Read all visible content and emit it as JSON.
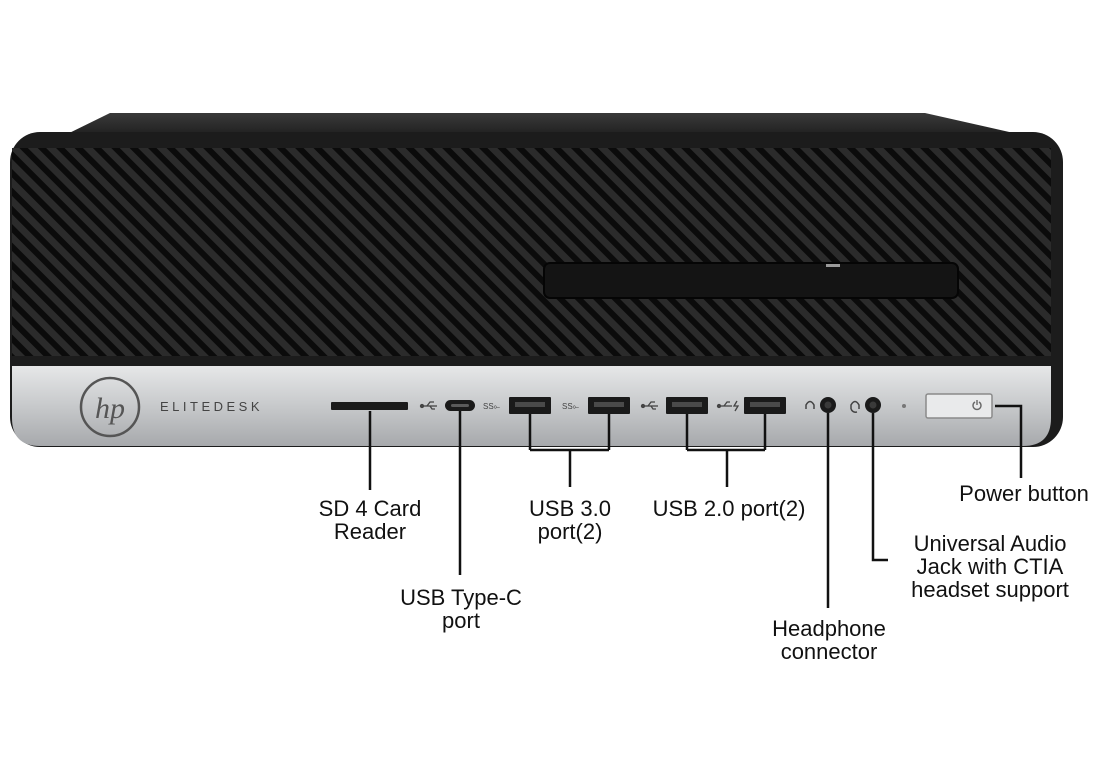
{
  "brand": {
    "logo": "hp",
    "model": "ELITEDESK"
  },
  "ports": [
    {
      "id": "sd",
      "icon": "sd-card-slot"
    },
    {
      "id": "usbc",
      "icon": "usb-type-c-port",
      "symbol": "usb-icon"
    },
    {
      "id": "usb3a",
      "icon": "usb-a-port",
      "symbol": "usb-ss-icon"
    },
    {
      "id": "usb3b",
      "icon": "usb-a-port",
      "symbol": "usb-ss-icon"
    },
    {
      "id": "usb2a",
      "icon": "usb-a-port",
      "symbol": "usb-icon"
    },
    {
      "id": "usb2b",
      "icon": "usb-a-port",
      "symbol": "usb-charging-icon"
    },
    {
      "id": "headphone",
      "icon": "headphone-jack",
      "symbol": "headphone-icon"
    },
    {
      "id": "audio",
      "icon": "audio-jack",
      "symbol": "headset-icon"
    },
    {
      "id": "power",
      "icon": "power-button",
      "symbol": "power-icon"
    }
  ],
  "callouts": {
    "sd": "SD 4 Card\nReader",
    "usbc": "USB Type-C\nport",
    "usb3": "USB 3.0\nport(2)",
    "usb2": "USB 2.0 port(2)",
    "headphone": "Headphone\nconnector",
    "audio": "Universal Audio\nJack with CTIA\nheadset support",
    "power": "Power button"
  },
  "colors": {
    "chassis": "#1c1c1c",
    "grille": "#0c0c0c",
    "panel": "#c9cbcd",
    "accent": "#111111"
  }
}
